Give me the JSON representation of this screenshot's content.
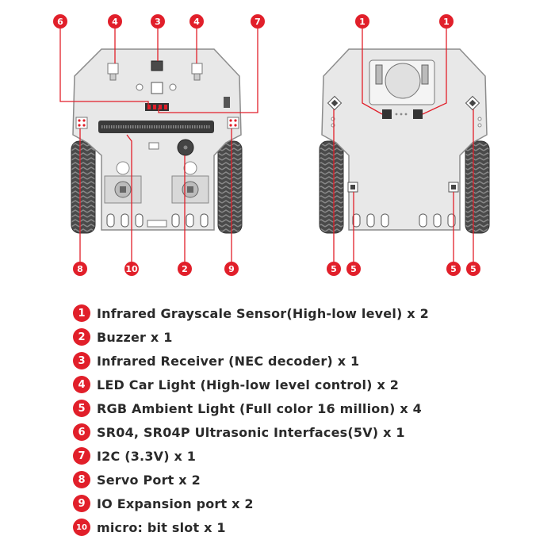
{
  "callouts": {
    "front": [
      "6",
      "4",
      "3",
      "4",
      "7",
      "8",
      "10",
      "2",
      "9"
    ],
    "back": [
      "1",
      "1",
      "5",
      "5",
      "5",
      "5"
    ]
  },
  "legend": [
    {
      "num": "1",
      "text": "Infrared Grayscale Sensor(High-low level) x 2"
    },
    {
      "num": "2",
      "text": "Buzzer x 1"
    },
    {
      "num": "3",
      "text": "Infrared Receiver (NEC decoder) x 1"
    },
    {
      "num": "4",
      "text": "LED Car Light (High-low level control) x 2"
    },
    {
      "num": "5",
      "text": "RGB Ambient Light (Full color 16 million) x 4"
    },
    {
      "num": "6",
      "text": "SR04, SR04P Ultrasonic Interfaces(5V) x 1"
    },
    {
      "num": "7",
      "text": "I2C (3.3V) x 1"
    },
    {
      "num": "8",
      "text": "Servo Port x 2"
    },
    {
      "num": "9",
      "text": "IO Expansion port x 2"
    },
    {
      "num": "10",
      "text": "micro: bit slot x 1"
    }
  ],
  "colors": {
    "accent": "#e11f2a",
    "board": "#e6e6e6",
    "tire": "#555555"
  }
}
